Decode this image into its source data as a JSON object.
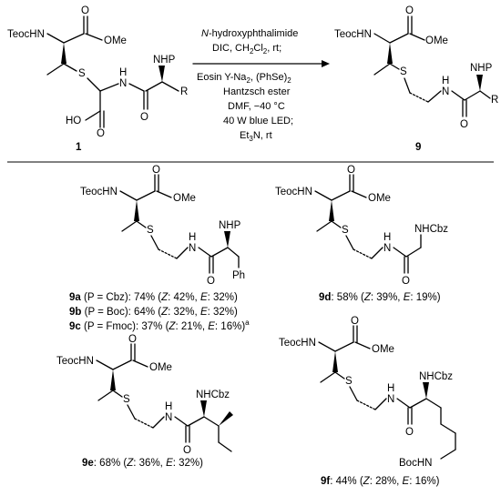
{
  "reaction": {
    "reactant_id": "1",
    "product_id": "9",
    "conditions": {
      "step1_line1_italic": "N",
      "step1_line1_rest": "-hydroxyphthalimide",
      "step1_line2": "DIC, CH",
      "step1_line2_sub": "2",
      "step1_line2_b": "Cl",
      "step1_line2_sub2": "2",
      "step1_line2_c": ", rt;",
      "step2_line1": "Eosin Y-Na",
      "step2_line1_sub": "2",
      "step2_line1_b": ", (PhSe)",
      "step2_line1_sub2": "2",
      "step2_line2": "Hantzsch ester",
      "step2_line3": "DMF, −40 °C",
      "step2_line4": "40 W blue LED;",
      "step2_line5": "Et",
      "step2_line5_sub": "3",
      "step2_line5_b": "N, rt"
    }
  },
  "labels": {
    "teoc_hn": "TeocHN",
    "ome": "OMe",
    "o": "O",
    "s": "S",
    "n": "N",
    "h": "H",
    "nhp": "NHP",
    "r": "R",
    "ho": "HO",
    "ph": "Ph",
    "nhcbz": "NHCbz",
    "bochn": "BocHN"
  },
  "products": {
    "9a": {
      "id": "9a",
      "text": " (P = Cbz): 74% (",
      "z": "Z",
      "zval": ": 42%, ",
      "e": "E",
      "eval": ": 32%)"
    },
    "9b": {
      "id": "9b",
      "text": " (P = Boc): 64% (",
      "z": "Z",
      "zval": ": 32%, ",
      "e": "E",
      "eval": ": 32%)"
    },
    "9c": {
      "id": "9c",
      "text": " (P = Fmoc): 37% (",
      "z": "Z",
      "zval": ": 21%, ",
      "e": "E",
      "eval": ": 16%)",
      "sup": "a"
    },
    "9d": {
      "id": "9d",
      "text": ": 58% (",
      "z": "Z",
      "zval": ": 39%, ",
      "e": "E",
      "eval": ": 19%)"
    },
    "9e": {
      "id": "9e",
      "text": ": 68% (",
      "z": "Z",
      "zval": ": 36%, ",
      "e": "E",
      "eval": ": 32%)"
    },
    "9f": {
      "id": "9f",
      "text": ": 44% (",
      "z": "Z",
      "zval": ": 28%, ",
      "e": "E",
      "eval": ": 16%)"
    }
  }
}
